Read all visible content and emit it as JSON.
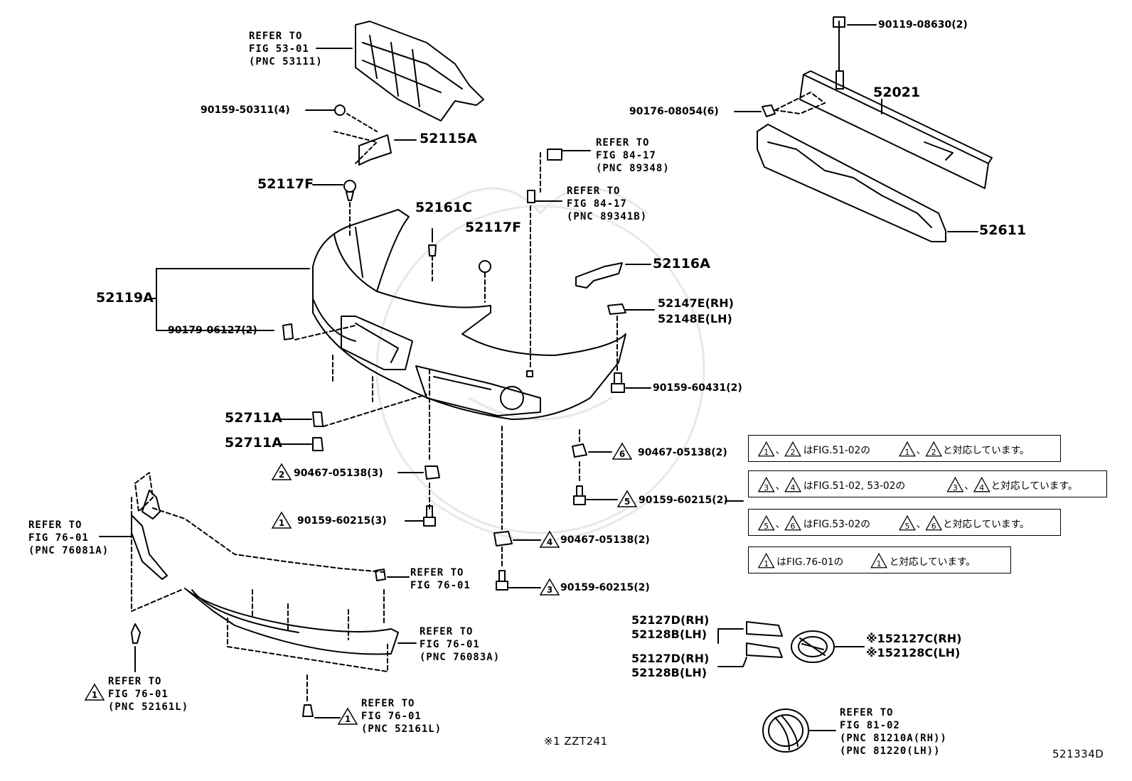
{
  "diagram": {
    "labels": {
      "ref_53_01": [
        "REFER TO",
        "FIG 53-01",
        "(PNC 53111)"
      ],
      "p90159_50311": "90159-50311(4)",
      "p52115A": "52115A",
      "p52117F_a": "52117F",
      "p52161C": "52161C",
      "p52117F_b": "52117F",
      "p52119A": "52119A",
      "p90179_06127": "90179-06127(2)",
      "ref_84_17_a": [
        "REFER TO",
        "FIG 84-17",
        "(PNC 89348)"
      ],
      "ref_84_17_b": [
        "REFER TO",
        "FIG 84-17",
        "(PNC 89341B)"
      ],
      "p90119_08630": "90119-08630(2)",
      "p52021": "52021",
      "p90176_08054": "90176-08054(6)",
      "p52611": "52611",
      "p52116A": "52116A",
      "p52147E": "52147E(RH)",
      "p52148E": "52148E(LH)",
      "p90159_60431": "90159-60431(2)",
      "p52711A_a": "52711A",
      "p52711A_b": "52711A",
      "p90467_05138_3": "90467-05138(3)",
      "p90159_60215_3": "90159-60215(3)",
      "p90467_05138_6": "90467-05138(2)",
      "p90159_60215_5": "90159-60215(2)",
      "p90467_05138_4": "90467-05138(2)",
      "p90159_60215_3b": "90159-60215(2)",
      "ref_76_01_a": [
        "REFER TO",
        "FIG 76-01",
        "(PNC 76081A)"
      ],
      "ref_76_01_b": [
        "REFER TO",
        "FIG 76-01"
      ],
      "ref_76_01_c": [
        "REFER TO",
        "FIG 76-01",
        "(PNC 76083A)"
      ],
      "ref_76_01_d": [
        "REFER TO",
        "FIG 76-01",
        "(PNC 52161L)"
      ],
      "ref_76_01_e": [
        "REFER TO",
        "FIG 76-01",
        "(PNC 52161L)"
      ],
      "p52127D_a": "52127D(RH)",
      "p52128B_a": "52128B(LH)",
      "p52127D_b": "52127D(RH)",
      "p52128B_b": "52128B(LH)",
      "p52127C": "※152127C(RH)",
      "p52128C": "※152128C(LH)",
      "ref_81_02": [
        "REFER TO",
        "FIG 81-02",
        "(PNC 81210A(RH))",
        "(PNC 81220(LH))"
      ],
      "footnote": "※1 ZZT241",
      "diagram_id": "521334D"
    },
    "triangle_marks": {
      "t2": "2",
      "t1": "1",
      "t6": "6",
      "t5": "5",
      "t4": "4",
      "t3": "3",
      "t11a": "1",
      "t11b": "1"
    },
    "notes": [
      {
        "marks": [
          "1",
          "2"
        ],
        "text_a": "、",
        "text_b": "はFIG.51-02の",
        "marks2": [
          "1",
          "2"
        ],
        "text_c": "と対応しています。"
      },
      {
        "marks": [
          "3",
          "4"
        ],
        "text_a": "、",
        "text_b": "はFIG.51-02, 53-02の",
        "marks2": [
          "3",
          "4"
        ],
        "text_c": "と対応しています。"
      },
      {
        "marks": [
          "5",
          "6"
        ],
        "text_a": "、",
        "text_b": "はFIG.53-02の",
        "marks2": [
          "5",
          "6"
        ],
        "text_c": "と対応しています。"
      },
      {
        "marks": [
          "1"
        ],
        "text_a": "",
        "text_b": "はFIG.76-01の",
        "marks2": [
          "1"
        ],
        "text_c": "と対応しています。"
      }
    ]
  }
}
